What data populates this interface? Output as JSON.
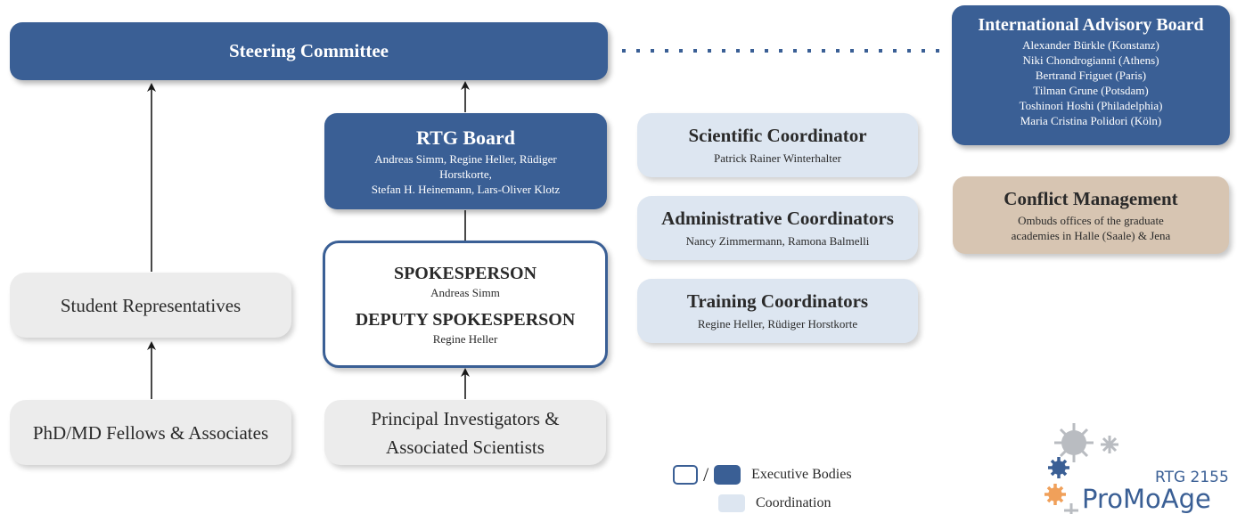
{
  "steering": {
    "title": "Steering Committee"
  },
  "advisory": {
    "title": "International Advisory Board",
    "members": [
      "Alexander Bürkle (Konstanz)",
      "Niki Chondrogianni (Athens)",
      "Bertrand Friguet (Paris)",
      "Tilman Grune (Potsdam)",
      "Toshinori Hoshi (Philadelphia)",
      "Maria Cristina Polidori (Köln)"
    ]
  },
  "rtg_board": {
    "title": "RTG Board",
    "line1": "Andreas Simm, Regine Heller, Rüdiger",
    "line2": "Horstkorte,",
    "line3": "Stefan H. Heinemann, Lars-Oliver Klotz"
  },
  "scientific": {
    "title": "Scientific Coordinator",
    "names": "Patrick Rainer Winterhalter"
  },
  "administrative": {
    "title": "Administrative Coordinators",
    "names": "Nancy Zimmermann, Ramona Balmelli"
  },
  "training": {
    "title": "Training Coordinators",
    "names": "Regine Heller, Rüdiger Horstkorte"
  },
  "conflict": {
    "title": "Conflict Management",
    "line1": "Ombuds offices of the graduate",
    "line2": "academies in Halle (Saale) & Jena"
  },
  "spokesperson": {
    "title": "SPOKESPERSON",
    "name": "Andreas Simm",
    "deputy_title": "DEPUTY SPOKESPERSON",
    "deputy_name": "Regine Heller"
  },
  "student_reps": {
    "label": "Student Representatives"
  },
  "fellows": {
    "label": "PhD/MD Fellows & Associates"
  },
  "investigators": {
    "line1": "Principal Investigators &",
    "line2": "Associated Scientists"
  },
  "legend": {
    "slash": "/",
    "executive": "Executive Bodies",
    "coordination": "Coordination"
  },
  "logo": {
    "small": "RTG 2155",
    "big": "ProMoAge"
  },
  "colors": {
    "executive_dark": "#3a5f95",
    "coordination_light": "#dde6f1",
    "neutral_grey": "#ececec",
    "conflict_tan": "#d7c5b2",
    "logo_orange": "#f0a05a",
    "logo_grey": "#b9bcc1"
  }
}
